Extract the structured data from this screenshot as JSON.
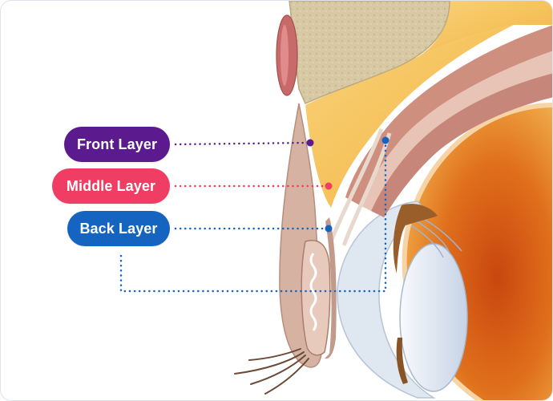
{
  "labels": {
    "front": {
      "text": "Front Layer",
      "color": "#5b1a8e"
    },
    "middle": {
      "text": "Middle Layer",
      "color": "#ef3d63"
    },
    "back": {
      "text": "Back Layer",
      "color": "#1565c0"
    }
  },
  "palette": {
    "bone": "#dccfae",
    "fat": "#f6c458",
    "muscle": "#c98f7d",
    "eyelid": "#d9b6a6",
    "lens": "#e7edf6",
    "eyeball": "#e2731c"
  }
}
